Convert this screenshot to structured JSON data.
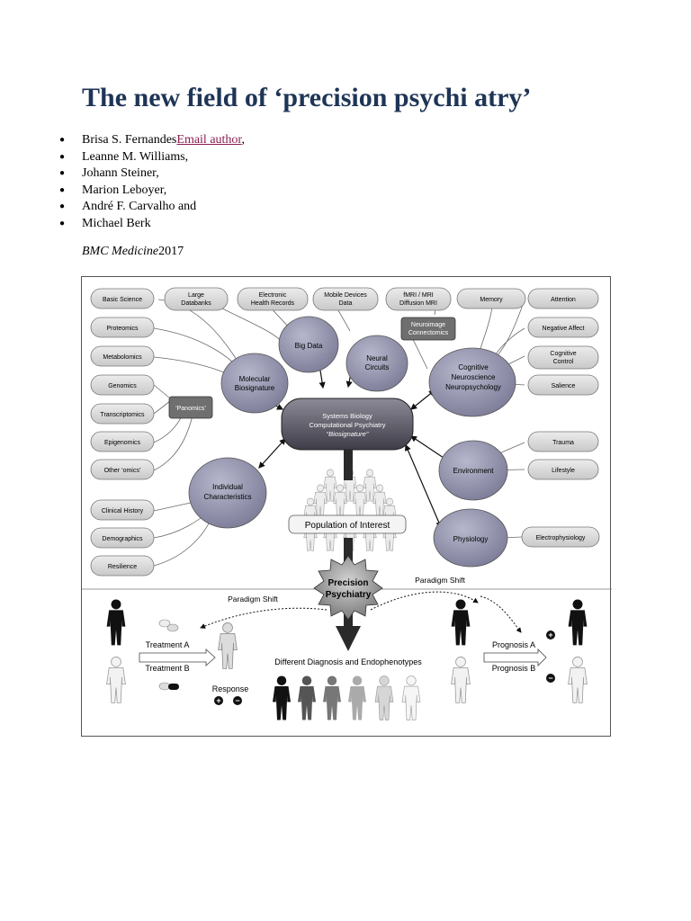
{
  "article": {
    "title": "The new field of ‘precision psychi atry’",
    "authors": [
      {
        "name": "Brisa S. Fernandes",
        "link": "Email author",
        "suffix": ","
      },
      {
        "name": "Leanne M. Williams,"
      },
      {
        "name": "Johann Steiner,"
      },
      {
        "name": "Marion Leboyer,"
      },
      {
        "name": "André F. Carvalho and"
      },
      {
        "name": "Michael Berk"
      }
    ],
    "journal": "BMC Medicine",
    "year": "2017"
  },
  "figure": {
    "left_boxes": [
      "Basic Science",
      "Proteomics",
      "Metabolomics",
      "Genomics",
      "Transcriptomics",
      "Epigenomics",
      "Other ‘omics’"
    ],
    "top_boxes": [
      {
        "line1": "Large",
        "line2": "Databanks"
      },
      {
        "line1": "Electronic",
        "line2": "Health Records"
      },
      {
        "line1": "Mobile Devices",
        "line2": "Data"
      },
      {
        "line1": "fMRI / MRI",
        "line2": "Diffusion MRI"
      }
    ],
    "right_boxes": [
      "Memory",
      "Attention",
      "Negative Affect",
      "Salience",
      "Trauma",
      "Lifestyle",
      "Electrophysiology"
    ],
    "cognitive_control": {
      "line1": "Cognitive",
      "line2": "Control"
    },
    "bottom_left_boxes": [
      "Clinical History",
      "Demographics",
      "Resilience"
    ],
    "panomics": "‘Panomics’",
    "neuroimage": {
      "line1": "Neuroimage",
      "line2": "Connectomics"
    },
    "big_data": "Big Data",
    "neural_circuits": {
      "line1": "Neural",
      "line2": "Circuits"
    },
    "molecular": {
      "line1": "Molecular",
      "line2": "Biosignature"
    },
    "cognitive": {
      "line1": "Cognitive",
      "line2": "Neuroscience",
      "line3": "Neuropsychology"
    },
    "environment": "Environment",
    "individual": {
      "line1": "Individual",
      "line2": "Characteristics"
    },
    "physiology": "Physiology",
    "center": {
      "line1": "Systems Biology",
      "line2": "Computational Psychiatry",
      "line3": "“Biosignature”"
    },
    "population": "Population of Interest",
    "precision": {
      "line1": "Precision",
      "line2": "Psychiatry"
    },
    "paradigm_shift_left": "Paradigm Shift",
    "paradigm_shift_right": "Paradigm Shift",
    "treatment_a": "Treatment A",
    "treatment_b": "Treatment B",
    "response": "Response",
    "diagnosis": "Different Diagnosis and Endophenotypes",
    "prognosis_a": "Prognosis A",
    "prognosis_b": "Prognosis B",
    "plus": "+",
    "minus": "−",
    "colors": {
      "node_fill": "#8f8fab",
      "box_fill": "#dcdcdc",
      "center_fill": "#55545f",
      "dark_box": "#6b6b6b"
    }
  }
}
